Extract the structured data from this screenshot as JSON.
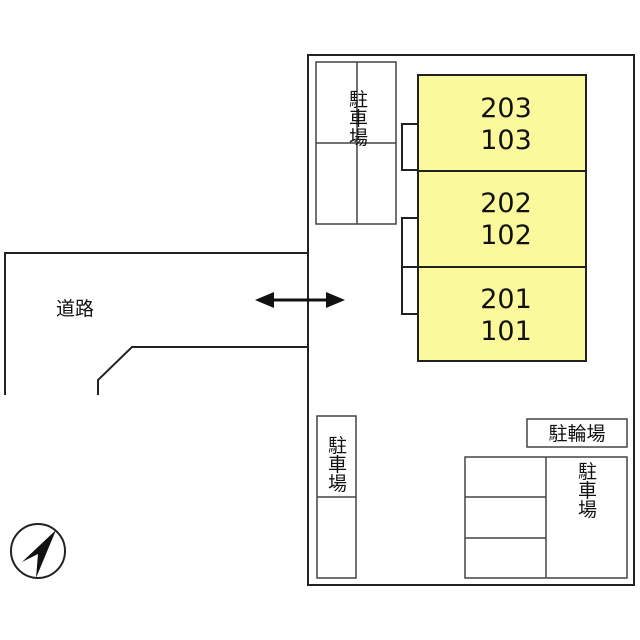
{
  "colors": {
    "building_fill": "#fafa9c",
    "line": "#222222",
    "background": "#ffffff"
  },
  "labels": {
    "parking": "駐車場",
    "bicycle_parking": "駐輪場",
    "road": "道路"
  },
  "units": [
    {
      "upper": "203",
      "lower": "103"
    },
    {
      "upper": "202",
      "lower": "102"
    },
    {
      "upper": "201",
      "lower": "101"
    }
  ],
  "icons": {
    "north": "north-arrow-icon",
    "entrance": "double-arrow-icon"
  }
}
